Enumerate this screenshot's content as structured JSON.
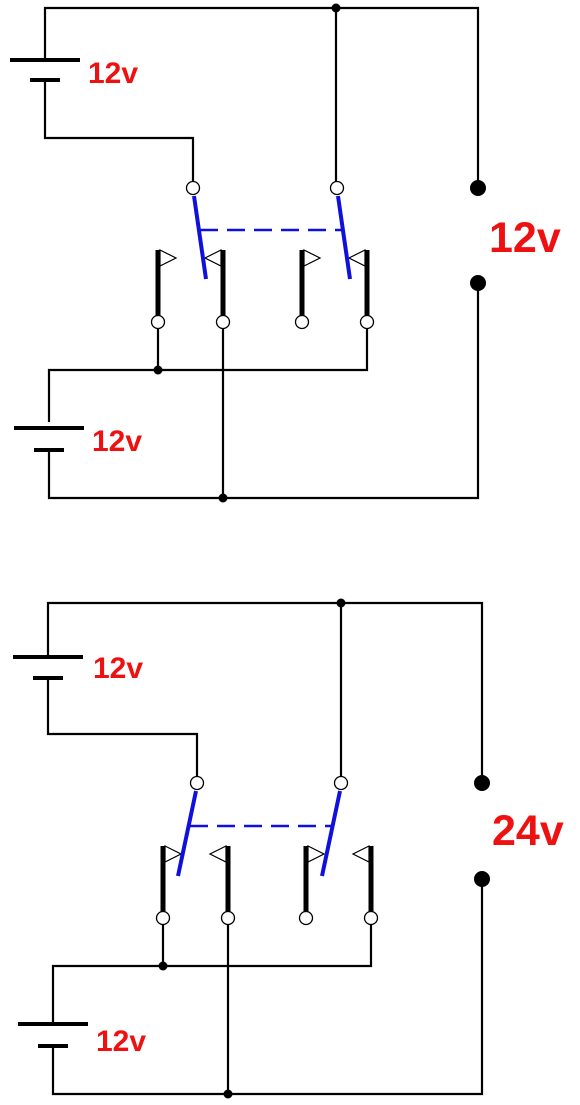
{
  "colors": {
    "wire": "#000000",
    "switch": "#1010dd",
    "label": "#ee1111"
  },
  "circuits": [
    {
      "battery_top_label": "12v",
      "battery_bottom_label": "12v",
      "output_label": "12v",
      "switch_position": "parallel"
    },
    {
      "battery_top_label": "12v",
      "battery_bottom_label": "12v",
      "output_label": "24v",
      "switch_position": "series"
    }
  ]
}
